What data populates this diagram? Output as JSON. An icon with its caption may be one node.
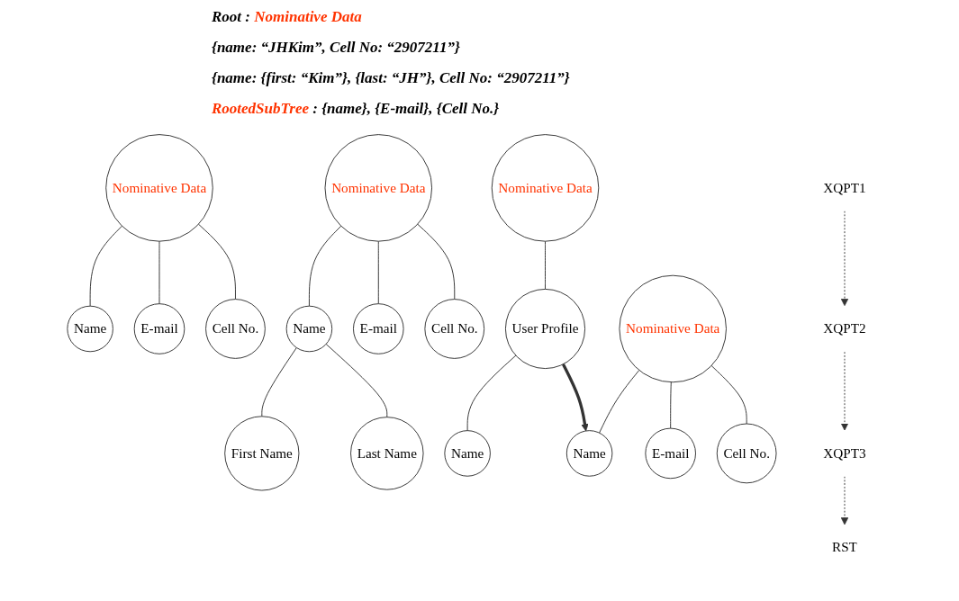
{
  "diagram": {
    "nodes": [
      {
        "text": [
          "Nominative Data"
        ]
      },
      {
        "text": [
          "Name"
        ]
      },
      {
        "text": [
          "E-mail"
        ]
      },
      {
        "text": [
          "Cell No."
        ]
      },
      {
        "text": [
          "Nominative Data"
        ]
      },
      {
        "text": [
          "Name"
        ]
      },
      {
        "text": [
          "E-mail"
        ]
      },
      {
        "text": [
          "Cell No."
        ]
      },
      {
        "text": [
          "First Name"
        ]
      },
      {
        "text": [
          "Last Name"
        ]
      },
      {
        "text": [
          "Nominative Data"
        ]
      },
      {
        "text": [
          "User Profile"
        ]
      },
      {
        "text": [
          "Name"
        ]
      },
      {
        "text": [
          "Nominative Data"
        ]
      },
      {
        "text": [
          "Name"
        ]
      },
      {
        "text": [
          "E-mail"
        ]
      },
      {
        "text": [
          "Cell No."
        ]
      },
      {
        "text": [
          "XQPT1"
        ]
      },
      {
        "text": [
          "XQPT2"
        ]
      },
      {
        "text": [
          "XQPT3"
        ]
      },
      {
        "text": [
          "RST"
        ]
      }
    ],
    "edges": [
      {
        "from": 0,
        "to": 1,
        "arrow": "none"
      },
      {
        "from": 0,
        "to": 2,
        "arrow": "none"
      },
      {
        "from": 0,
        "to": 3,
        "arrow": "none"
      },
      {
        "from": 4,
        "to": 5,
        "arrow": "none"
      },
      {
        "from": 4,
        "to": 6,
        "arrow": "none"
      },
      {
        "from": 4,
        "to": 7,
        "arrow": "none"
      },
      {
        "from": 5,
        "to": 8,
        "arrow": "none"
      },
      {
        "from": 5,
        "to": 9,
        "arrow": "none"
      },
      {
        "from": 10,
        "to": 11,
        "arrow": "none"
      },
      {
        "from": 11,
        "to": 12,
        "arrow": "none"
      },
      {
        "from": 11,
        "to": 14,
        "arrow": "to",
        "style": "thick"
      },
      {
        "from": 13,
        "to": 14,
        "arrow": "none"
      },
      {
        "from": 13,
        "to": 15,
        "arrow": "none"
      },
      {
        "from": 13,
        "to": 16,
        "arrow": "none"
      },
      {
        "from": 17,
        "to": 18,
        "arrow": "to",
        "style": "dashed"
      },
      {
        "from": 18,
        "to": 19,
        "arrow": "to",
        "style": "dashed"
      },
      {
        "from": 19,
        "to": 20,
        "arrow": "to",
        "style": "dashed"
      }
    ],
    "labels": [
      "Root :",
      "Nominative Data",
      "{name: “JHKim”, Cell No: “2907211”}",
      "{name: {first: “Kim”}, {last: “JH”}, Cell No: “2907211”}",
      "RootedSubTree",
      ": {name}, {E-mail}, {Cell No.}"
    ]
  }
}
